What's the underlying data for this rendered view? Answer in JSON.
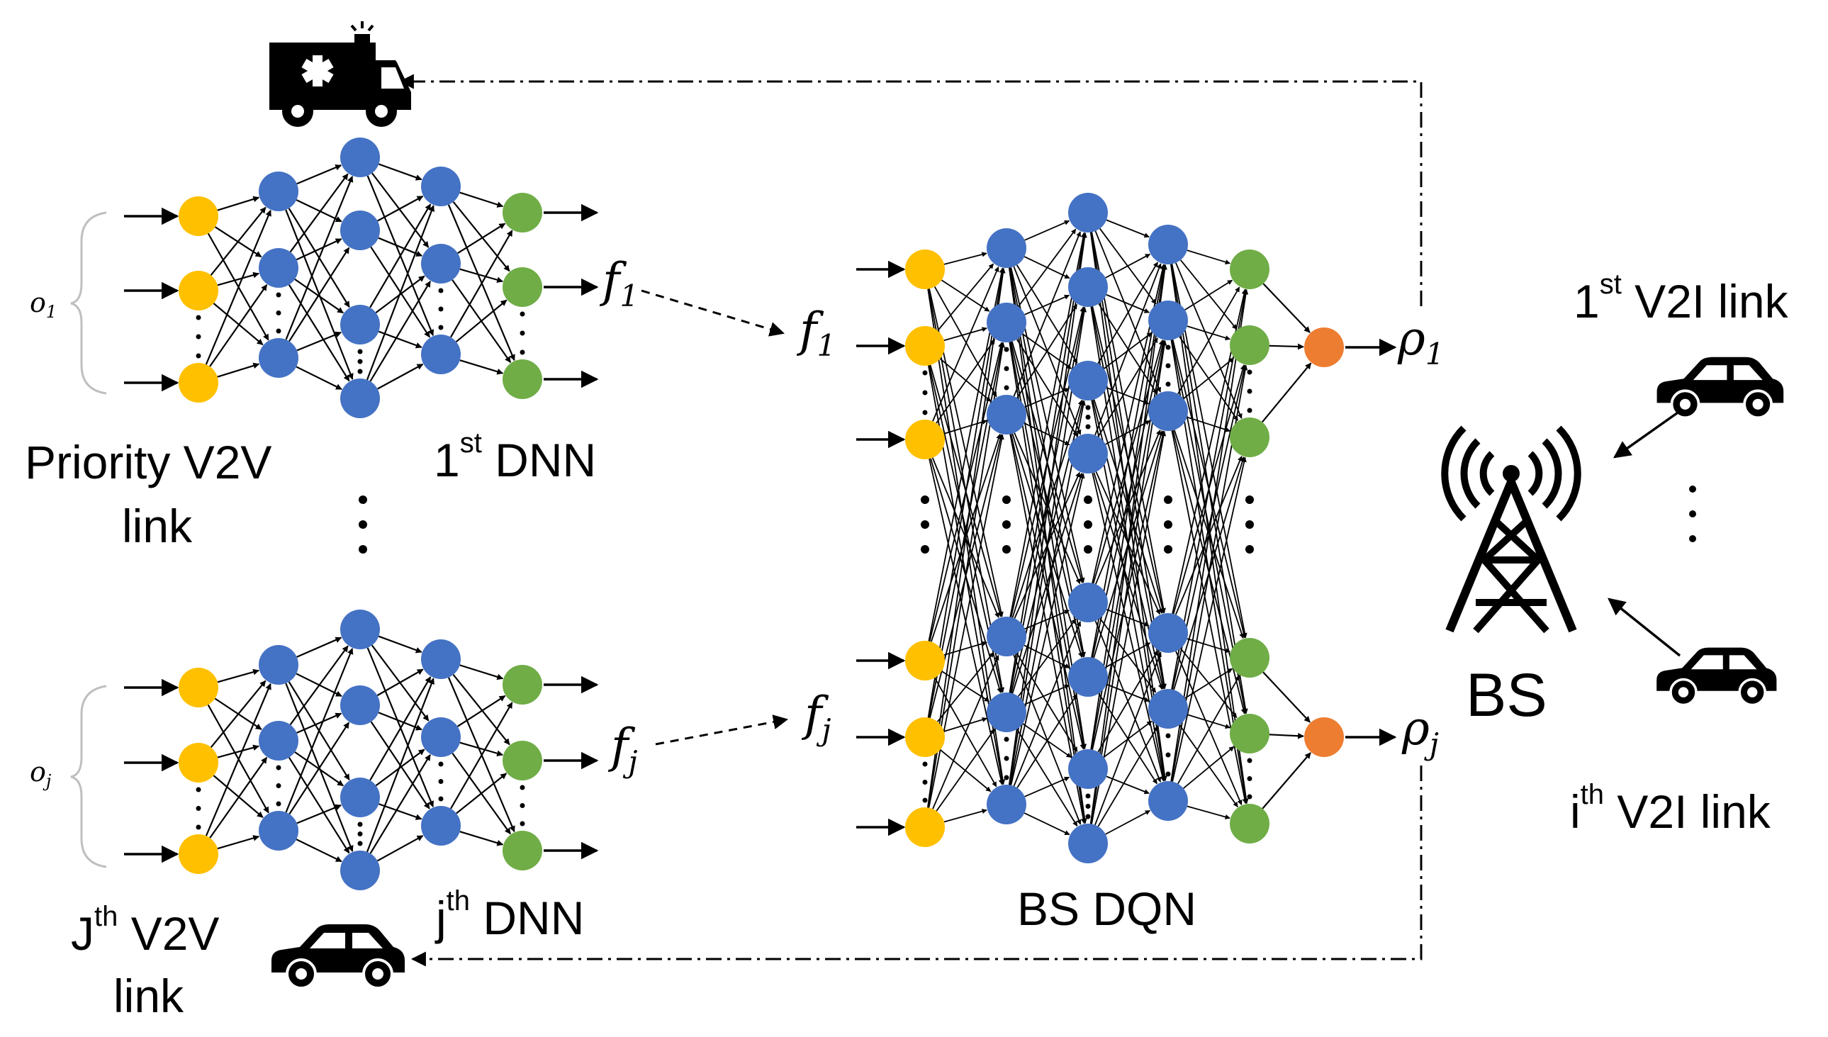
{
  "colors": {
    "input_node": "#FFC000",
    "hidden_node": "#4472C4",
    "output_node": "#70AD47",
    "bs_output_node": "#ED7D31",
    "edge": "#000000"
  },
  "top_dnn": {
    "name_base": "1",
    "name_sup": "st",
    "name_rest": " DNN",
    "observation": "o",
    "observation_sub": "1",
    "link_label_line1": "Priority V2V",
    "link_label_line2": "link",
    "feature": "f",
    "feature_sub": "1",
    "vehicle_icon": "ambulance-icon"
  },
  "bottom_dnn": {
    "name_base": "j",
    "name_sup": "th",
    "name_rest": " DNN",
    "observation": "o",
    "observation_sub": "j",
    "link_label_base": "J",
    "link_label_sup": "th",
    "link_label_rest": " V2V",
    "link_label_line2": "link",
    "feature": "f",
    "feature_sub": "j",
    "vehicle_icon": "car-icon"
  },
  "bs_dqn": {
    "label": "BS DQN",
    "input_1": "f",
    "input_1_sub": "1",
    "input_j": "f",
    "input_j_sub": "j",
    "output_1": "ρ",
    "output_1_sub": "1",
    "output_j": "ρ",
    "output_j_sub": "j"
  },
  "base_station": {
    "label": "BS",
    "icon": "cell-tower-icon"
  },
  "v2i_links": {
    "first_base": "1",
    "first_sup": "st",
    "first_rest": " V2I link",
    "last_base": "i",
    "last_sup": "th",
    "last_rest": " V2I link",
    "vehicle_icon": "car-icon"
  },
  "ellipsis": "⋮"
}
